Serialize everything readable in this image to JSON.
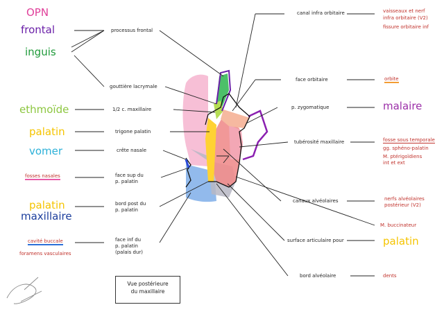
{
  "left_labels": {
    "opn": "OPN",
    "frontal": "frontal",
    "inguis": "inguis",
    "ethmoide": "ethmoïde",
    "palatin1": "palatin",
    "vomer": "vomer",
    "fosses_nasales": "fosses nasales",
    "palatin2": "palatin",
    "maxillaire": "maxillaire",
    "cavite_buccale": "cavité buccale",
    "foramens": "foramens vasculaires"
  },
  "center_labels": {
    "processus_frontal": "processus frontal",
    "gouttiere": "gouttière lacrymale",
    "demi_c": "1/2 c. maxillaire",
    "trigone": "trigone palatin",
    "crete": "crête nasale",
    "face_sup_1": "face sup du",
    "face_sup_2": "p. palatin",
    "bord_post_1": "bord post du",
    "bord_post_2": "p. palatin",
    "face_inf_1": "face inf du",
    "face_inf_2": "p. palatin",
    "face_inf_3": "(palais dur)"
  },
  "right_labels": {
    "canal_infra": "canal infra orbitaire",
    "face_orbitaire": "face orbitaire",
    "p_zygo": "p. zygomatique",
    "tuberosite": "tubérosité maxillaire",
    "canaux": "canaux alvéolaires",
    "surface_art": "surface articulaire pour",
    "bord_alv": "bord alvéolaire"
  },
  "far_right_labels": {
    "vaisseaux_1": "vaisseaux et nerf",
    "vaisseaux_2": "infra orbitaire (V2)",
    "fissure": "fissure orbitaire inf",
    "orbite": "orbite",
    "malaire": "malaire",
    "fosse_sous": "fosse sous temporale",
    "gg": "gg. sphéno-palatin",
    "m_pterygo_1": "M. ptérigoïdiens",
    "m_pterygo_2": "int et ext",
    "nerfs_1": "nerfs alvéolaires",
    "nerfs_2": "postérieur (V2)",
    "buccinateur": "M. buccinateur",
    "palatin": "palatin",
    "dents": "dents"
  },
  "caption": {
    "line1": "Vue postérieure",
    "line2": "du maxillaire"
  },
  "colors": {
    "pink": "#e0409a",
    "purple": "#6a1fa8",
    "green": "#1f9a3a",
    "lime": "#8cc63f",
    "yellow": "#f5c400",
    "cyan": "#2bb0d8",
    "navy": "#1b3d9c",
    "red": "#c0302a",
    "orange": "#f39c34"
  }
}
